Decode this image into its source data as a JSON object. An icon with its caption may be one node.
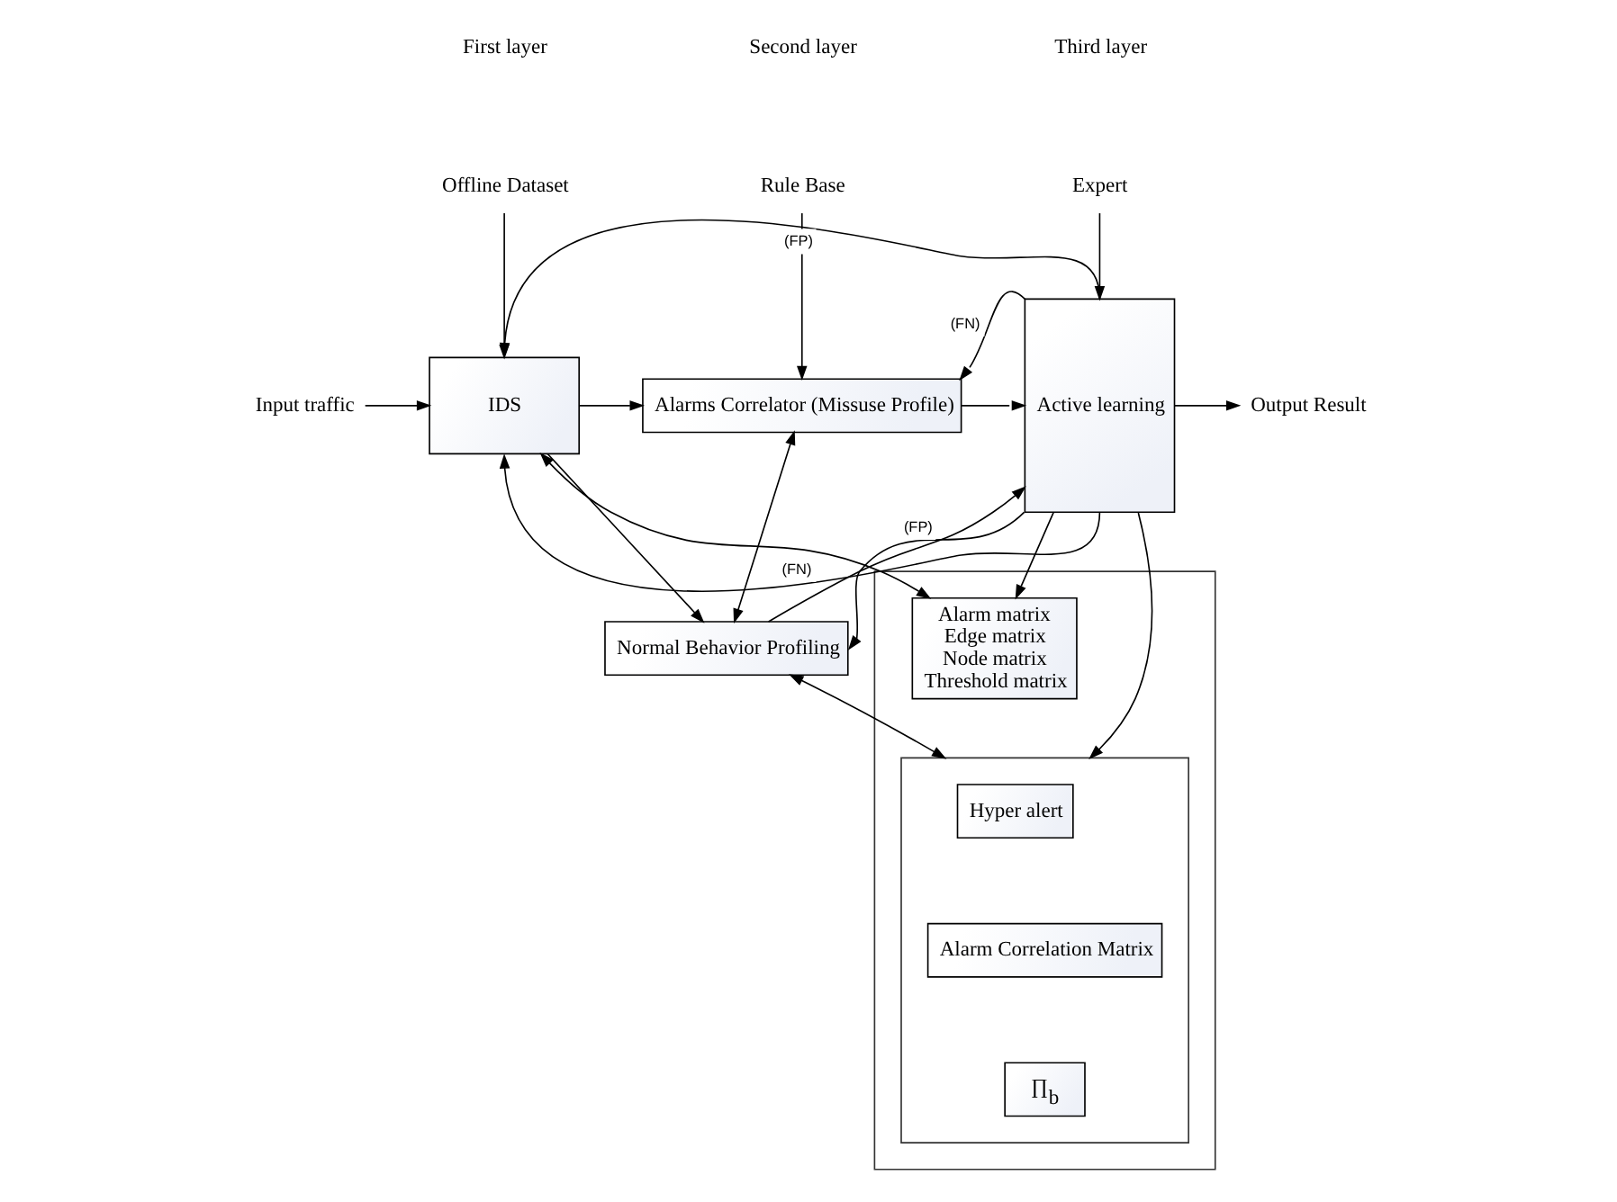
{
  "diagram": {
    "nodes": [
      {
        "text": [
          "Offline Dataset"
        ]
      },
      {
        "text": [
          "Rule Base"
        ]
      },
      {
        "text": [
          "Expert"
        ]
      },
      {
        "text": [
          "Input traffic"
        ]
      },
      {
        "text": [
          "IDS"
        ]
      },
      {
        "text": [
          "Alarms Correlator (Missuse Profile)"
        ]
      },
      {
        "text": [
          "Normal Behavior Profiling"
        ]
      },
      {
        "text": [
          "Active learning"
        ]
      },
      {
        "text": [
          "Output Result"
        ]
      },
      {
        "text": [],
        "shape": "box"
      },
      {
        "text": [
          "Alarm matrix",
          "Edge matrix",
          "Node matrix",
          "Threshold matrix"
        ],
        "in": 9
      },
      {
        "text": [],
        "shape": "box",
        "in": 9
      },
      {
        "text": [
          "Hyper alert"
        ],
        "in": 11
      },
      {
        "text": [
          "Alarm Correlation Matrix"
        ],
        "in": 11
      },
      {
        "text": [
          "∏$_{b}$"
        ],
        "in": 11
      }
    ],
    "edges": [
      {
        "from": 3,
        "to": 4,
        "arrow": "to"
      },
      {
        "from": 0,
        "to": 4,
        "arrow": "to"
      },
      {
        "from": 7,
        "to": 4,
        "arrow": "to",
        "label": "(FP)"
      },
      {
        "from": 1,
        "to": 5,
        "arrow": "to"
      },
      {
        "from": 7,
        "to": 5,
        "arrow": "to",
        "label": "(FN)"
      },
      {
        "from": 2,
        "to": 7,
        "arrow": "to"
      },
      {
        "from": 4,
        "to": 5,
        "arrow": "to"
      },
      {
        "from": 4,
        "to": 6,
        "arrow": "to"
      },
      {
        "from": 5,
        "to": 6,
        "arrow": "both"
      },
      {
        "from": 5,
        "to": 7,
        "arrow": "to"
      },
      {
        "from": 6,
        "to": 7,
        "arrow": "to"
      },
      {
        "from": 7,
        "to": 8,
        "arrow": "to"
      },
      {
        "from": 7,
        "to": 4,
        "arrow": "to",
        "label": "(FN)"
      },
      {
        "from": 7,
        "to": 6,
        "arrow": "to",
        "label": "(FP)"
      },
      {
        "from": 4,
        "to": 10,
        "arrow": "both"
      },
      {
        "from": 7,
        "to": 10,
        "arrow": "to"
      },
      {
        "from": 6,
        "to": 11,
        "arrow": "both"
      },
      {
        "from": 7,
        "to": 11,
        "arrow": "to"
      }
    ],
    "labels": [
      "First layer",
      "Second layer",
      "Third layer"
    ]
  }
}
